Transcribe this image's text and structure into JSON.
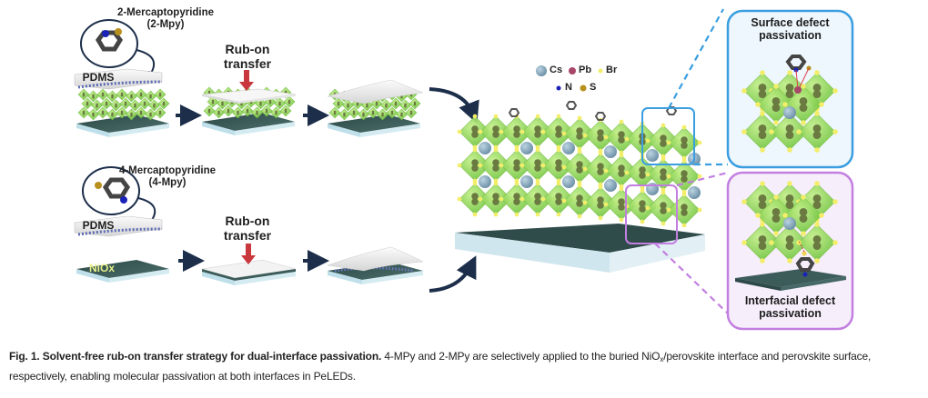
{
  "figure": {
    "top_row": {
      "molecule_name": "2-Mercaptopyridine",
      "molecule_abbrev": "(2-Mpy)",
      "stamp_label": "PDMS",
      "step_label_line1": "Rub-on",
      "step_label_line2": "transfer"
    },
    "bottom_row": {
      "molecule_name": "4-Mercaptopyridine",
      "molecule_abbrev": "(4-Mpy)",
      "stamp_label": "PDMS",
      "substrate_label": "NiOx",
      "step_label_line1": "Rub-on",
      "step_label_line2": "transfer"
    },
    "legend": {
      "items": [
        {
          "label": "Cs",
          "color": "#7fa3b8"
        },
        {
          "label": "Pb",
          "color": "#a8466a"
        },
        {
          "label": "Br",
          "color": "#f2ee6a"
        },
        {
          "label": "N",
          "color": "#1a22b8"
        },
        {
          "label": "S",
          "color": "#b8901e"
        }
      ]
    },
    "inset_top": {
      "title_line1": "Surface defect",
      "title_line2": "passivation",
      "border_color": "#3a9ee0",
      "fill_color": "#eef7fd"
    },
    "inset_bottom": {
      "title_line1": "Interfacial defect",
      "title_line2": "passivation",
      "border_color": "#c27fe0",
      "fill_color": "#f7eefb"
    },
    "colors": {
      "octahedron": "#8ed65a",
      "substrate_top": "#3c5c5a",
      "substrate_side": "#cfe6ef",
      "arrow": "#1c2e4a",
      "press_arrow": "#c8383c"
    }
  },
  "caption": {
    "bold": "Fig. 1. Solvent-free rub-on transfer strategy for dual-interface passivation.",
    "text_part1": " 4-MPy and 2-MPy are selectively applied to the buried NiO",
    "subscript": "x",
    "text_part2": "/perovskite interface and perovskite surface, respectively, enabling molecular passivation at both interfaces in PeLEDs."
  }
}
